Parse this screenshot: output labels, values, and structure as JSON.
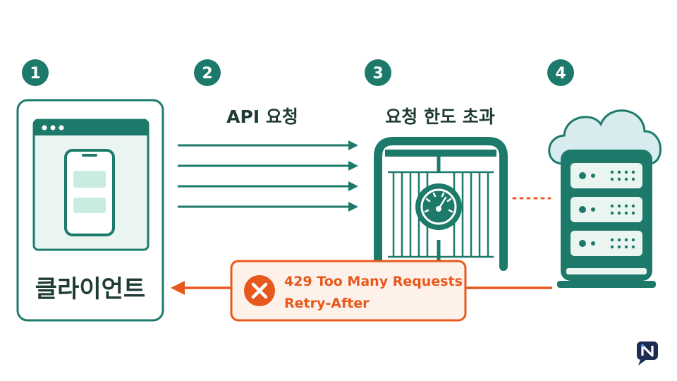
{
  "steps": [
    {
      "number": "1"
    },
    {
      "number": "2",
      "label": "API 요청"
    },
    {
      "number": "3",
      "label": "요청 한도 초과"
    },
    {
      "number": "4"
    }
  ],
  "client": {
    "label": "클라이언트"
  },
  "error": {
    "status": "429 Too Many Requests",
    "header": "Retry-After"
  },
  "colors": {
    "primary": "#1d7a6b",
    "dark_text": "#1f3b36",
    "error": "#e8581c",
    "error_bg": "#fdf1ea",
    "mint": "#c9ebe0",
    "light_panel": "#eaf5f1",
    "cloud": "#d8ecef"
  },
  "icons": {
    "client": "phone-in-browser-icon",
    "gate": "rate-limit-gate-icon",
    "gauge": "speedometer-icon",
    "server": "server-rack-icon",
    "cloud": "cloud-icon",
    "error": "close-circle-icon",
    "logo": "n-logo-icon"
  }
}
